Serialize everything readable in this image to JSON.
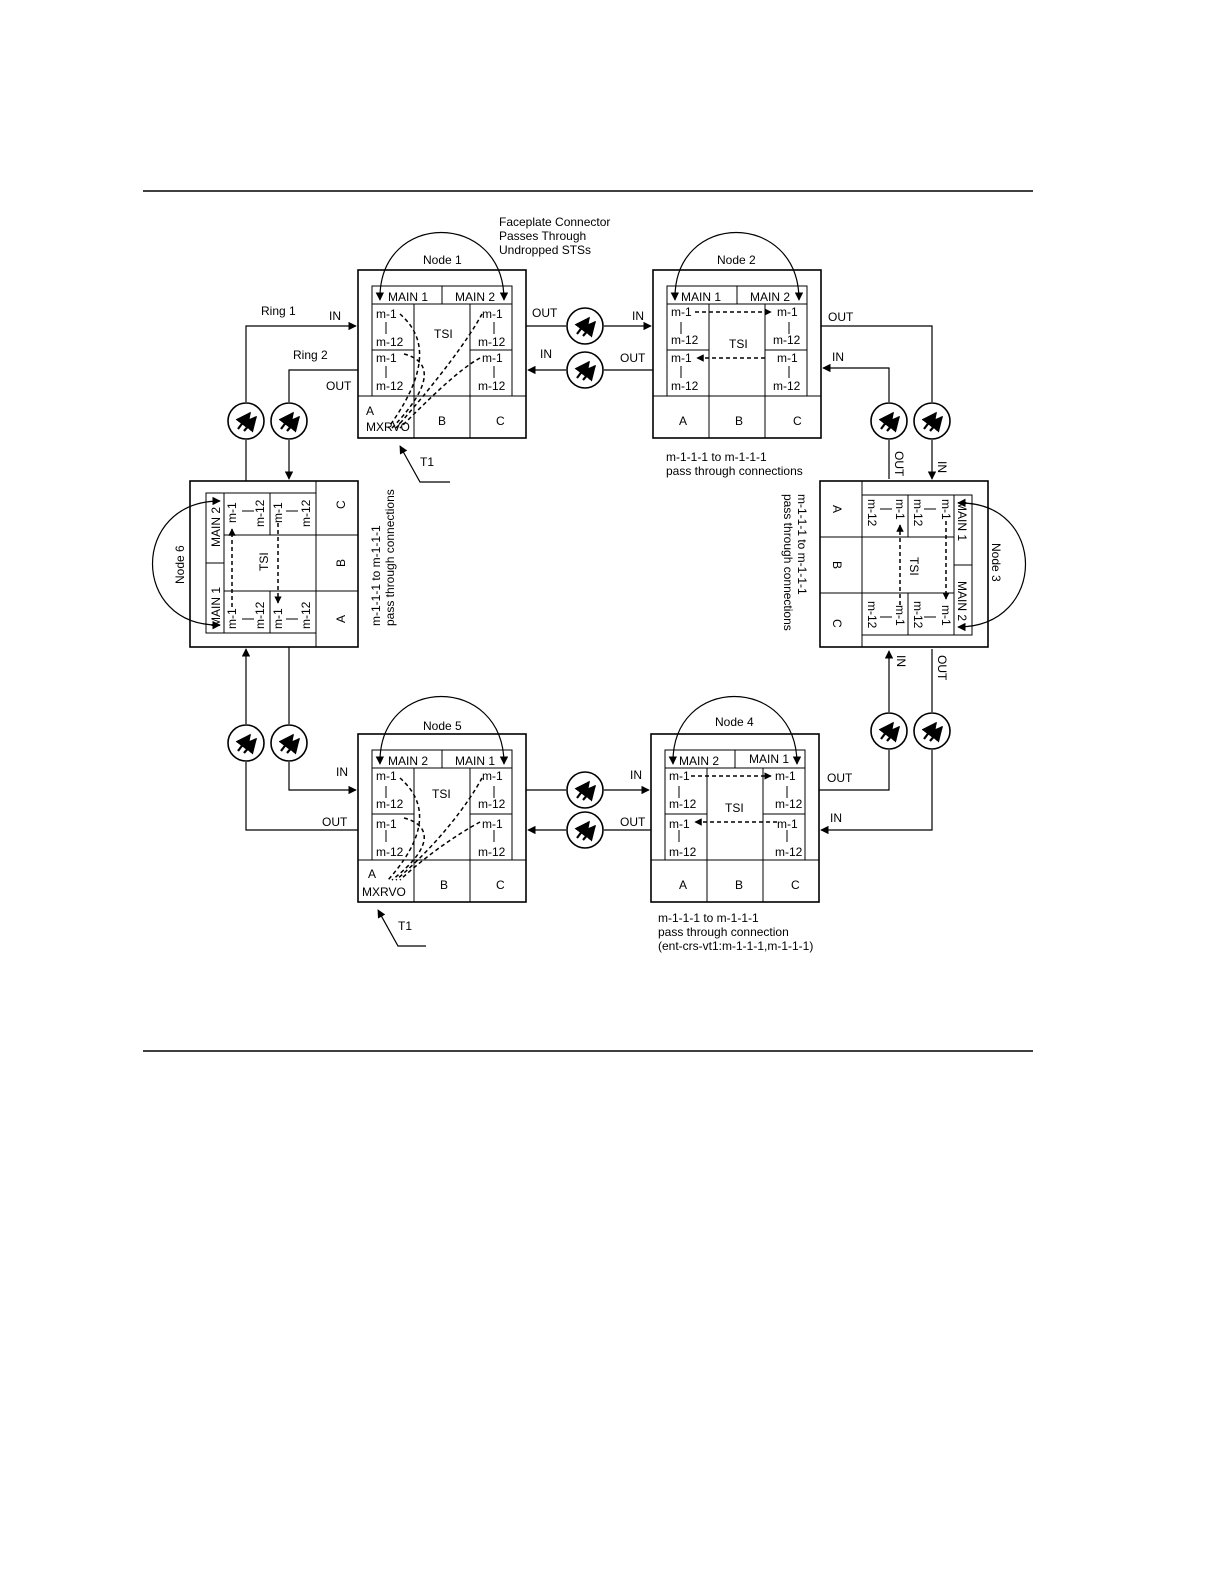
{
  "labels": {
    "main1": "MAIN 1",
    "main2": "MAIN 2",
    "m1": "m-1",
    "m12": "m-12",
    "tsi": "TSI",
    "slot_a": "A",
    "slot_b": "B",
    "slot_c": "C",
    "mxrvo": "MXRVO",
    "in": "IN",
    "out": "OUT",
    "t1": "T1"
  },
  "nodes": {
    "n1": "Node 1",
    "n2": "Node 2",
    "n3": "Node 3",
    "n4": "Node 4",
    "n5": "Node 5",
    "n6": "Node 6"
  },
  "rings": {
    "ring1": "Ring 1",
    "ring2": "Ring 2"
  },
  "notes": {
    "faceplate": [
      "Faceplate Connector",
      "Passes Through",
      "Undropped STSs"
    ],
    "node2_pass": [
      "m-1-1-1 to m-1-1-1",
      "pass through connections"
    ],
    "node3_pass": [
      "m-1-1-1 to m-1-1-1",
      "pass through connections"
    ],
    "node6_pass": [
      "m-1-1-1 to m-1-1-1",
      "pass through connections"
    ],
    "node4_pass": [
      "m-1-1-1 to m-1-1-1",
      "pass through connection",
      "(ent-crs-vt1:m-1-1-1,m-1-1-1)"
    ]
  }
}
